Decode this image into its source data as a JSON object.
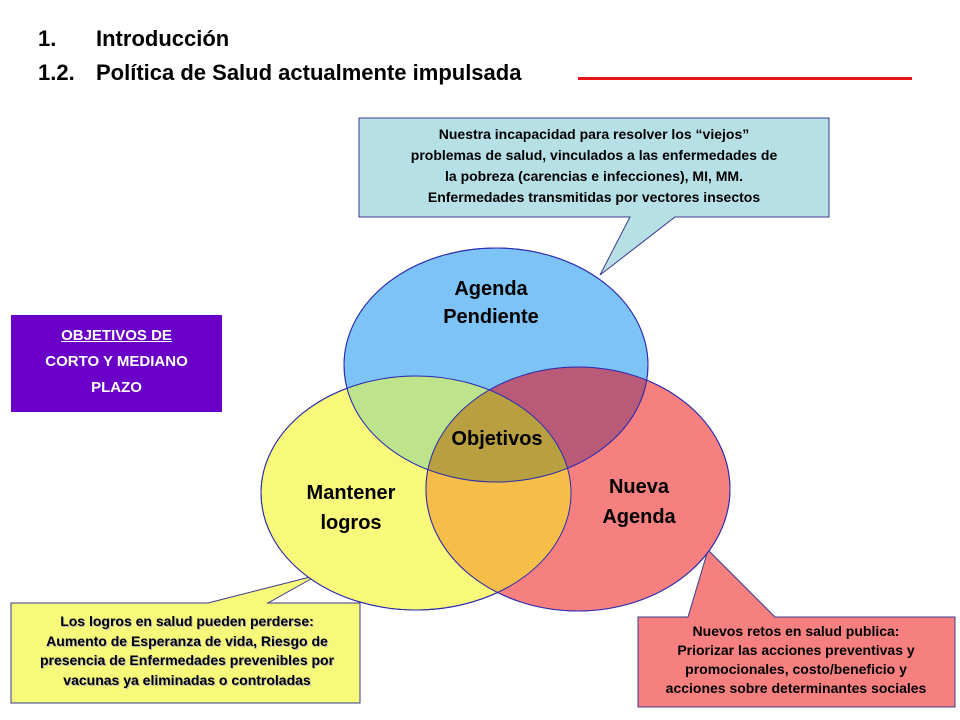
{
  "heading": {
    "line1_num": "1.",
    "line1_text": "Introducción",
    "line2_num": "1.2.",
    "line2_text": "Política de Salud actualmente impulsada"
  },
  "objectives_box": {
    "line1": "OBJETIVOS DE",
    "line2": "CORTO Y MEDIANO",
    "line3": "PLAZO",
    "color": "#6a00c8"
  },
  "diagram": {
    "circles": [
      {
        "name": "agenda-pendiente",
        "line1": "Agenda",
        "line2": "Pendiente",
        "color": "#7dc3f5"
      },
      {
        "name": "nueva-agenda",
        "line1": "Nueva",
        "line2": "Agenda",
        "color": "#f68080"
      },
      {
        "name": "mantener-logros",
        "line1": "Mantener",
        "line2": "logros",
        "color": "#f8f87a"
      }
    ],
    "center_label": "Objetivos"
  },
  "callouts": {
    "top": {
      "lines": [
        "Nuestra incapacidad para resolver los “viejos”",
        "problemas de salud, vinculados a las enfermedades de",
        "la pobreza (carencias e infecciones), MI, MM.",
        "Enfermedades transmitidas  por vectores insectos"
      ],
      "color": "#b7e0e6"
    },
    "left": {
      "lines": [
        "Los logros en salud pueden perderse:",
        "Aumento de Esperanza de vida, Riesgo de",
        "presencia de Enfermedades prevenibles por",
        "vacunas ya eliminadas  o controladas"
      ],
      "color": "#f7f97a"
    },
    "right": {
      "lines": [
        "Nuevos retos en salud publica:",
        "Priorizar las acciones preventivas y",
        "promocionales, costo/beneficio y",
        "acciones sobre determinantes sociales"
      ],
      "color": "#f68080"
    }
  }
}
